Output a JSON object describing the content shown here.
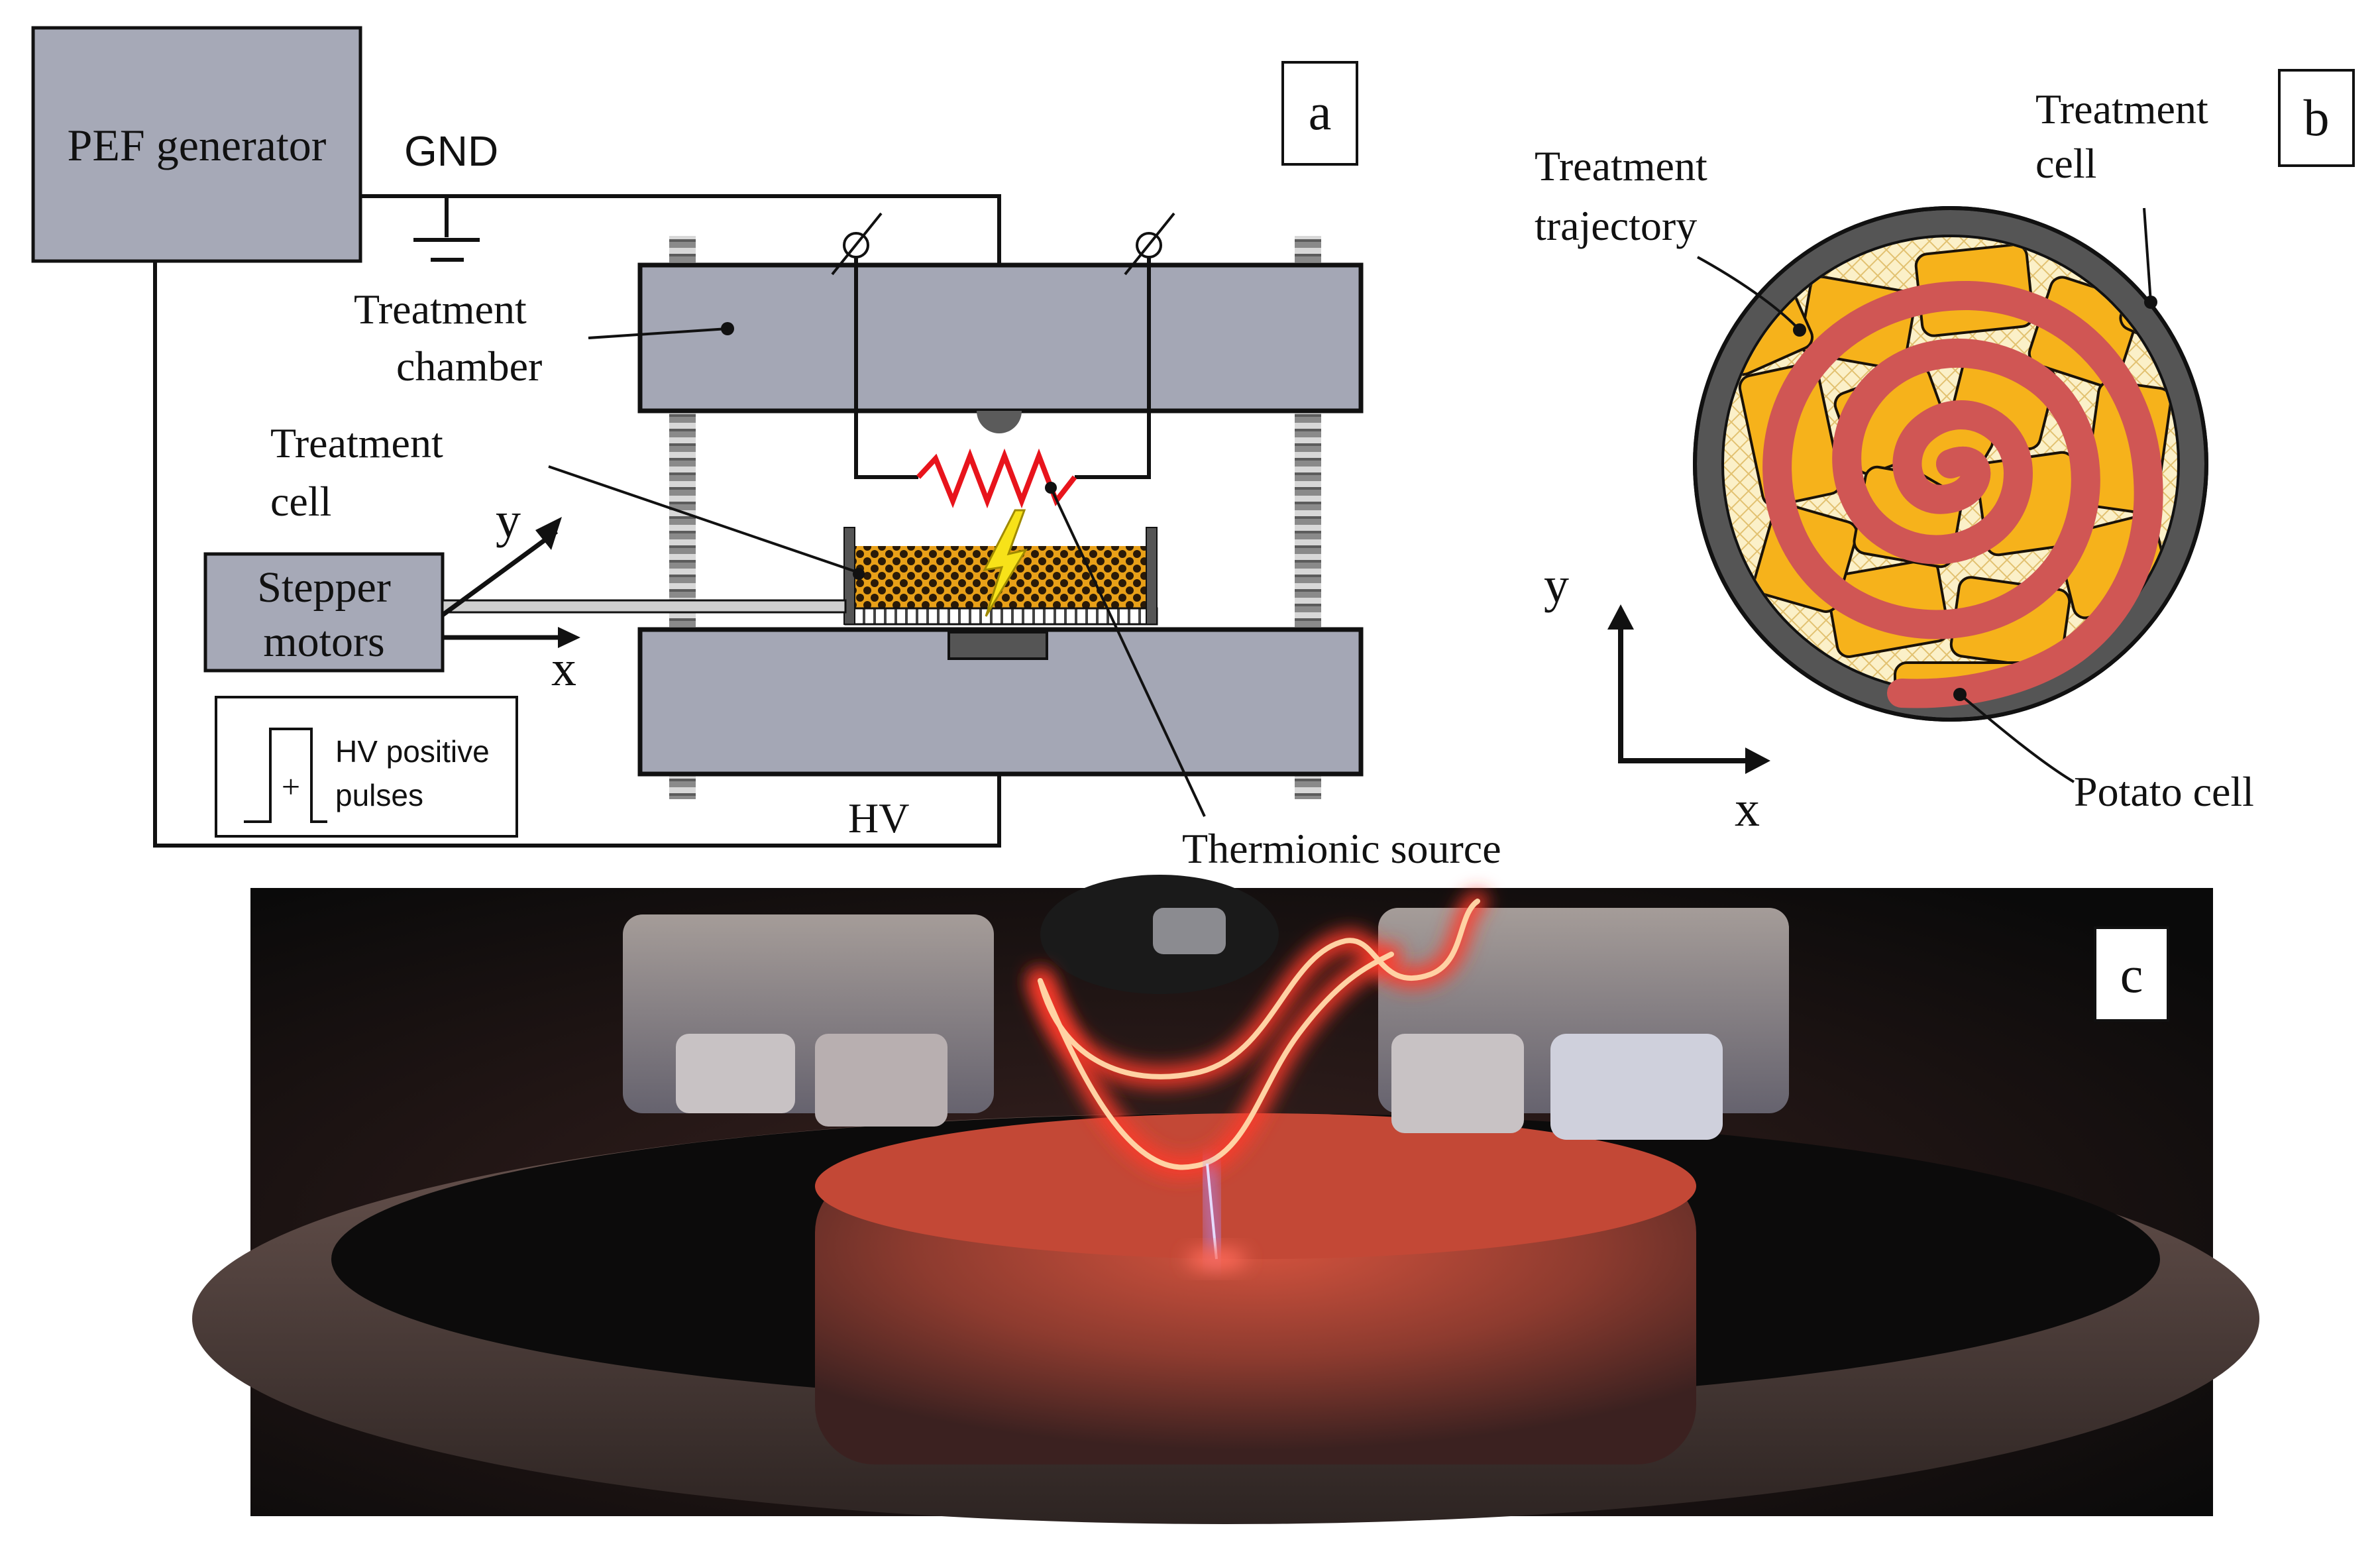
{
  "panel_a": {
    "letter": "a",
    "generator": "PEF generator",
    "gnd": "GND",
    "hv": "HV",
    "chamber_l1": "Treatment",
    "chamber_l2": "chamber",
    "cell_l1": "Treatment",
    "cell_l2": "cell",
    "motors_l1": "Stepper",
    "motors_l2": "motors",
    "axis_x": "x",
    "axis_y": "y",
    "pulse_l1": "HV positive",
    "pulse_l2": "pulses",
    "pulse_sign": "+",
    "thermionic": "Thermionic source"
  },
  "panel_b": {
    "letter": "b",
    "trajectory_l1": "Treatment",
    "trajectory_l2": "trajectory",
    "cell_l1": "Treatment",
    "cell_l2": "cell",
    "potato": "Potato cell",
    "axis_x": "x",
    "axis_y": "y"
  },
  "panel_c": {
    "letter": "c"
  },
  "colors": {
    "steel": "#a6a9b7",
    "chamber": "#a4a7b5",
    "potato": "#f6b21b",
    "trajectory": "#d05654",
    "filament": "#e8141c",
    "spark": "#f7e219",
    "photo_bg": "#0d0d0d"
  }
}
